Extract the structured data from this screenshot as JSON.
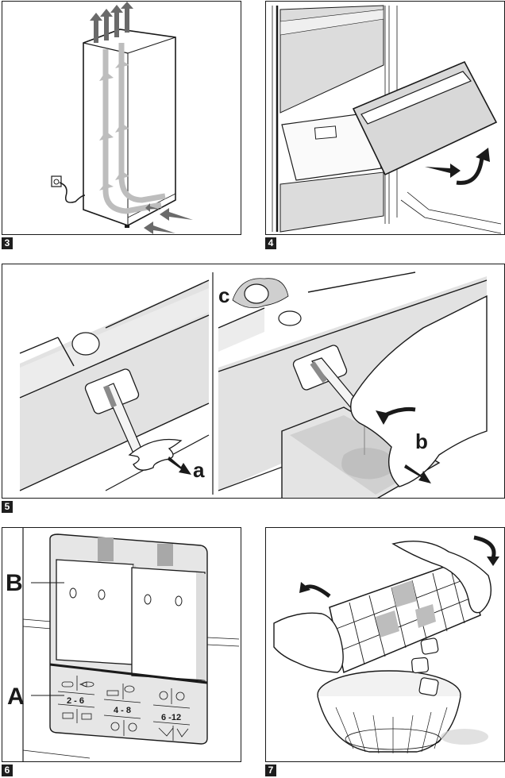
{
  "figures": [
    {
      "number": "3",
      "subject": "refrigerator-ventilation-airflow"
    },
    {
      "number": "4",
      "subject": "removing-freezer-drawer"
    },
    {
      "number": "5",
      "subject": "defrost-water-drain",
      "callouts": {
        "a": "a",
        "b": "b",
        "c": "c"
      }
    },
    {
      "number": "6",
      "subject": "freezer-storage-chart",
      "callouts": {
        "A": "A",
        "B": "B"
      },
      "storage_months": [
        "2 - 6",
        "4 - 8",
        "6 -12"
      ]
    },
    {
      "number": "7",
      "subject": "ice-cube-tray-release"
    }
  ]
}
